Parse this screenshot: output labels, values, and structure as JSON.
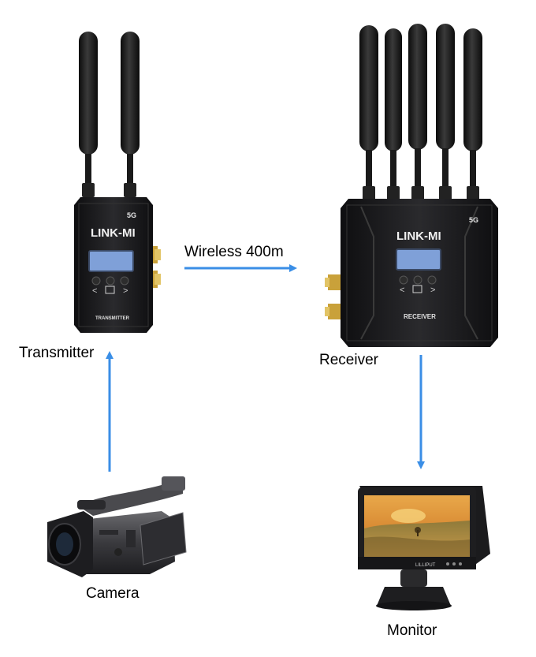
{
  "labels": {
    "transmitter": "Transmitter",
    "receiver": "Receiver",
    "camera": "Camera",
    "monitor": "Monitor",
    "link": "Wireless 400m"
  },
  "devices": {
    "brand": "LINK-MI",
    "band": "5G",
    "tx_panel": "TRANSMITTER",
    "rx_panel": "RECEIVER",
    "monitor_brand": "LILLIPUT"
  },
  "colors": {
    "arrow": "#3a8ee6",
    "device_body": "#1c1c1e",
    "screen": "#7fa0d8",
    "gold": "#c9a13a"
  }
}
